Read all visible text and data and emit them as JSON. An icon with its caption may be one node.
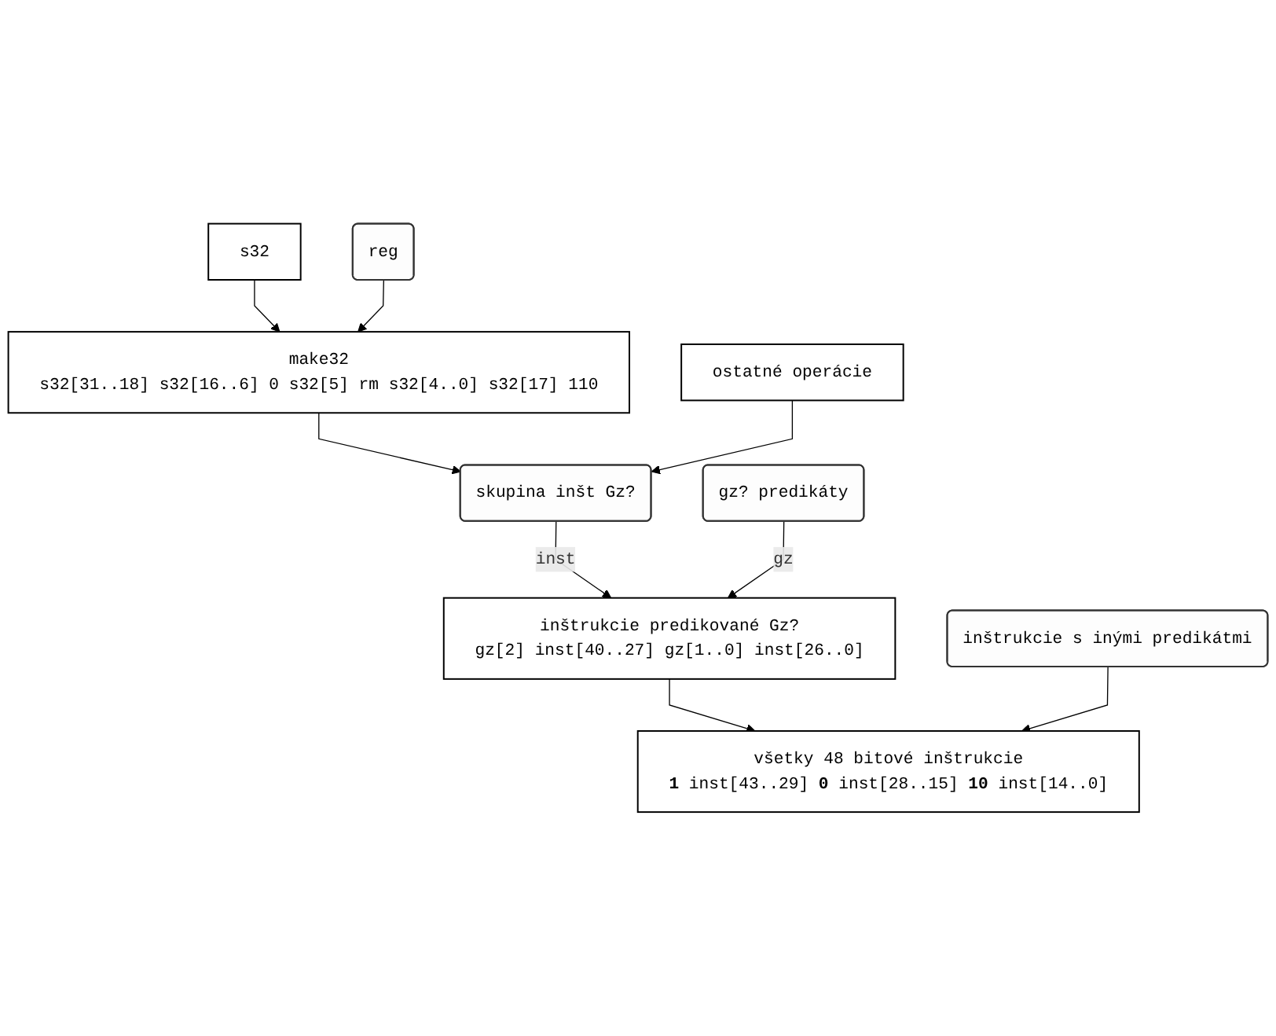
{
  "diagram": {
    "nodes": [
      {
        "text": [
          "s32"
        ]
      },
      {
        "text": [
          "reg"
        ]
      },
      {
        "text": [
          "make32",
          "s32[31..18] s32[16..6] 0 s32[5] rm s32[4..0] s32[17] 110"
        ]
      },
      {
        "text": [
          "ostatné operácie"
        ]
      },
      {
        "text": [
          "skupina inšt Gz?"
        ]
      },
      {
        "text": [
          "gz? predikáty"
        ]
      },
      {
        "text": [
          "inštrukcie predikované Gz?",
          "gz[2] inst[40..27] gz[1..0] inst[26..0]"
        ]
      },
      {
        "text": [
          "inštrukcie s inými predikátmi"
        ]
      },
      {
        "text": [
          "všetky 48 bitové inštrukcie",
          "**1** inst[43..29] **0** inst[28..15] **10** inst[14..0]"
        ]
      }
    ],
    "edges": [
      {
        "from": 0,
        "to": 2,
        "arrow": "to"
      },
      {
        "from": 1,
        "to": 2,
        "arrow": "to"
      },
      {
        "from": 2,
        "to": 4,
        "arrow": "to"
      },
      {
        "from": 3,
        "to": 4,
        "arrow": "to"
      },
      {
        "from": 4,
        "to": 6,
        "arrow": "to",
        "label": "inst"
      },
      {
        "from": 5,
        "to": 6,
        "arrow": "to",
        "label": "gz"
      },
      {
        "from": 6,
        "to": 8,
        "arrow": "to"
      },
      {
        "from": 7,
        "to": 8,
        "arrow": "to"
      }
    ]
  }
}
